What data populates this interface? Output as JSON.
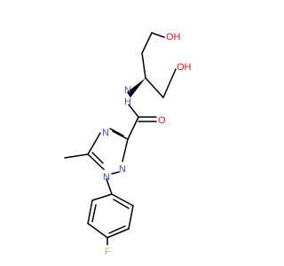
{
  "molecule": {
    "atoms": [
      {
        "id": "oh1",
        "text": "OH",
        "element": "O",
        "color": "#ff0d0d"
      },
      {
        "id": "oh2",
        "text": "OH",
        "element": "O",
        "color": "#ff0d0d"
      },
      {
        "id": "nh",
        "text": "N",
        "element": "N",
        "color": "#3050f8"
      },
      {
        "id": "h",
        "text": "H",
        "element": "H",
        "color": "#3050f8"
      },
      {
        "id": "o",
        "text": "O",
        "element": "O",
        "color": "#ff0d0d"
      },
      {
        "id": "n4",
        "text": "N",
        "element": "N",
        "color": "#3050f8"
      },
      {
        "id": "n2",
        "text": "N",
        "element": "N",
        "color": "#3050f8"
      },
      {
        "id": "n1",
        "text": "N",
        "element": "N",
        "color": "#3050f8"
      },
      {
        "id": "f",
        "text": "F",
        "element": "F",
        "color": "#90e050"
      }
    ],
    "colors": {
      "bond": "#000000",
      "N": "#3050f8",
      "O": "#ff0d0d",
      "F": "#90e050"
    }
  }
}
